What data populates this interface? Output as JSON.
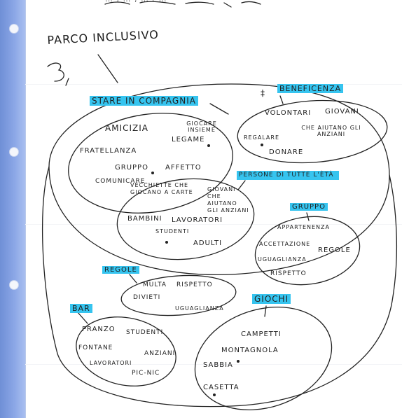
{
  "header": {
    "top_scribble": "… , … , … / …",
    "title": "PARCO INCLUSIVO",
    "number": "3,"
  },
  "groups": {
    "stare_in_compagnia": {
      "label": "STARE IN COMPAGNIA",
      "items": [
        "AMICIZIA",
        "GIOCARE INSIEME",
        "LEGAME",
        "FRATELLANZA",
        "GRUPPO",
        "AFFETTO",
        "COMUNICARE"
      ]
    },
    "beneficenza": {
      "label": "BENEFICENZA",
      "mark": "‡",
      "items": [
        "VOLONTARI",
        "GIOVANI",
        "REGALARE",
        "CHE AIUTANO GLI ANZIANI",
        "DONARE"
      ]
    },
    "persone_di_tutte_le_eta": {
      "label": "PERSONE DI TUTTE L'ÈTÀ",
      "items": [
        "VECCHIETTE CHE GIOCANO A CARTE",
        "GIOVANI CHE AIUTANO GLI ANZIANI",
        "BAMBINI",
        "LAVORATORI",
        "STUDENTI",
        "ADULTI"
      ]
    },
    "gruppo": {
      "label": "GRUPPO",
      "items": [
        "APPARTENENZA",
        "ACCETTAZIONE",
        "REGOLE",
        "UGUAGLIANZA",
        "RISPETTO"
      ]
    },
    "regole": {
      "label": "REGOLE",
      "items": [
        "MULTA",
        "RISPETTO",
        "DIVIETI",
        "UGUAGLIANZA"
      ]
    },
    "bar": {
      "label": "BAR",
      "items": [
        "PRANZO",
        "STUDENTI",
        "FONTANE",
        "ANZIANI",
        "LAVORATORI",
        "PIC-NIC"
      ]
    },
    "giochi": {
      "label": "GIOCHI",
      "items": [
        "CAMPETTI",
        "MONTAGNOLA",
        "SABBIA",
        "CASETTA"
      ]
    }
  },
  "colors": {
    "highlighter": "#36c4ef",
    "ink": "#202020",
    "binder_strip": "#7b9be0"
  }
}
